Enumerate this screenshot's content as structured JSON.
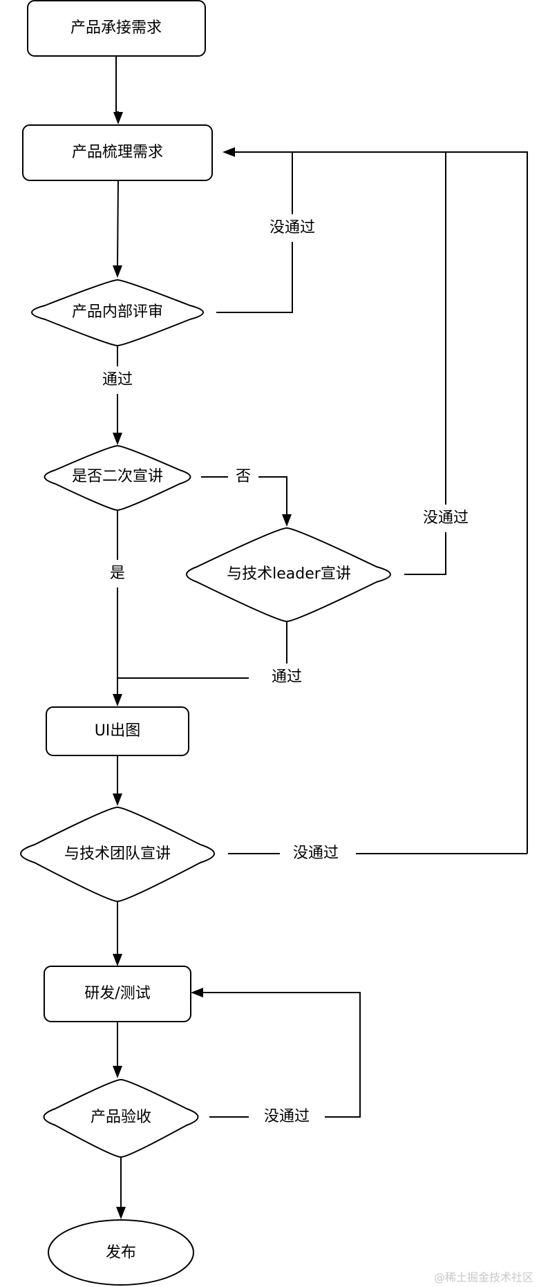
{
  "nodes": {
    "product_accept": "产品承接需求",
    "product_sort": "产品梳理需求",
    "product_internal_review": "产品内部评审",
    "second_presentation": "是否二次宣讲",
    "leader_presentation": "与技术leader宣讲",
    "ui_design": "UI出图",
    "team_presentation": "与技术团队宣讲",
    "dev_test": "研发/测试",
    "product_acceptance": "产品验收",
    "release": "发布"
  },
  "edge_labels": {
    "internal_review_fail": "没通过",
    "internal_review_pass": "通过",
    "second_no": "否",
    "second_yes": "是",
    "leader_fail": "没通过",
    "leader_pass": "通过",
    "team_fail": "没通过",
    "acceptance_fail": "没通过"
  },
  "watermark": "@稀土掘金技术社区"
}
